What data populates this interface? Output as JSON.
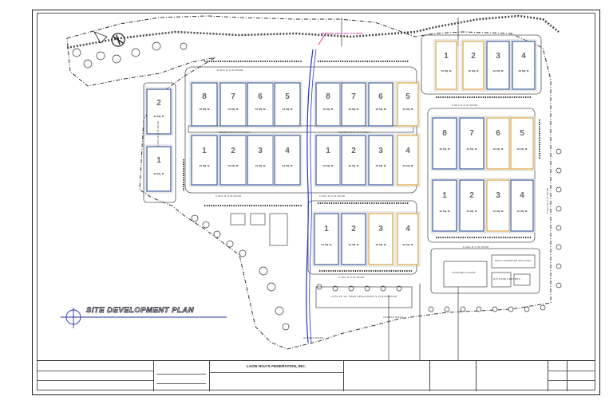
{
  "drawing": {
    "title": "SITE DEVELOPMENT PLAN",
    "owner": "LAON HOA'S FEDERATION, INC.",
    "labels": {
      "culvert": "EXISTING BRGY RCC CULVERT",
      "road_top": "8.00m R.O.W ROAD",
      "road_mid_left": "6.00m R.O.W ROAD",
      "road_mid_right": "6.00m R.O.W ROAD",
      "road_east": "8.00m R.O.W ROAD",
      "road_bottom_right": "6.00m R.O.W ROAD",
      "road_lower_mid": "6.00m R.O.W ROAD",
      "access_road_a": "ACCESS ROAD",
      "access_road_b": "ACCESS ROAD",
      "court": "COVERED COURT",
      "mpb": "MULTI-PURPOSE BUILDING",
      "daycare": "DAYCARE CENTERS",
      "park": "LOTS 5% OF OPEN SPACE PARK & PLAYGROUND",
      "walkway_a": "PEDESTRIAN WALKWAY",
      "walkway_b": "PEDESTRIAN WALKWAY",
      "road_vertical_a": "6.00m R.O.W ROAD",
      "road_vertical_b": "8.00m R.O.W ROAD"
    },
    "area_label": "22 SQ. M",
    "buildings": [
      {
        "num": "2",
        "hl": false
      },
      {
        "num": "1",
        "hl": false
      },
      {
        "num": "8",
        "hl": false
      },
      {
        "num": "7",
        "hl": false
      },
      {
        "num": "6",
        "hl": false
      },
      {
        "num": "5",
        "hl": false
      },
      {
        "num": "1",
        "hl": false
      },
      {
        "num": "2",
        "hl": false
      },
      {
        "num": "3",
        "hl": false
      },
      {
        "num": "4",
        "hl": false
      },
      {
        "num": "8",
        "hl": false
      },
      {
        "num": "7",
        "hl": false
      },
      {
        "num": "6",
        "hl": false
      },
      {
        "num": "5",
        "hl": true
      },
      {
        "num": "1",
        "hl": false
      },
      {
        "num": "2",
        "hl": false
      },
      {
        "num": "3",
        "hl": false
      },
      {
        "num": "4",
        "hl": true
      },
      {
        "num": "1",
        "hl": false
      },
      {
        "num": "2",
        "hl": false
      },
      {
        "num": "3",
        "hl": true
      },
      {
        "num": "4",
        "hl": true
      },
      {
        "num": "1",
        "hl": true
      },
      {
        "num": "2",
        "hl": true
      },
      {
        "num": "3",
        "hl": false
      },
      {
        "num": "4",
        "hl": false
      },
      {
        "num": "8",
        "hl": false
      },
      {
        "num": "7",
        "hl": false
      },
      {
        "num": "6",
        "hl": true
      },
      {
        "num": "5",
        "hl": true
      },
      {
        "num": "1",
        "hl": false
      },
      {
        "num": "2",
        "hl": false
      },
      {
        "num": "3",
        "hl": true
      },
      {
        "num": "4",
        "hl": false
      }
    ],
    "colors": {
      "building": "#3a5a9a",
      "highlight": "#d9a441",
      "culvert": "#2233cc",
      "marker": "#d020a0"
    }
  }
}
